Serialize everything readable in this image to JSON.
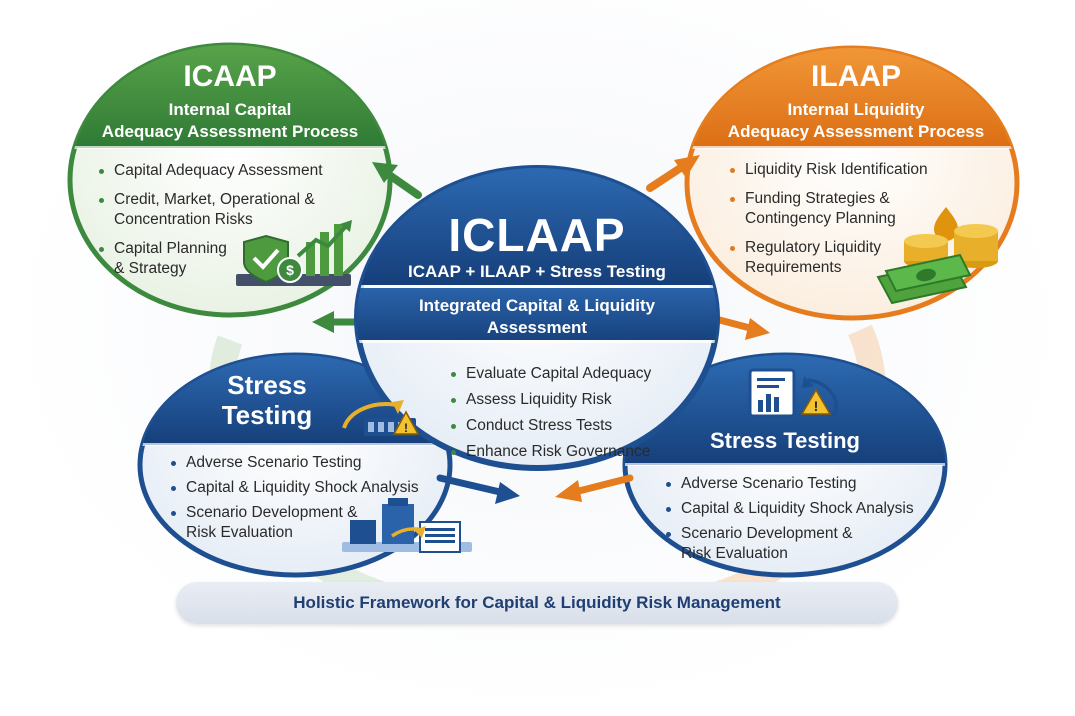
{
  "icaap": {
    "title": "ICAAP",
    "subtitle_line1": "Internal Capital",
    "subtitle_line2": "Adequacy Assessment Process",
    "items": [
      {
        "line1": "Capital Adequacy Assessment",
        "line2": ""
      },
      {
        "line1": "Credit, Market, Operational &",
        "line2": "Concentration Risks"
      },
      {
        "line1": "Capital Planning",
        "line2": "& Strategy"
      }
    ],
    "icon": "shield-dollar-chart-icon",
    "color": "#3d8a3f"
  },
  "ilaap": {
    "title": "ILAAP",
    "subtitle_line1": "Internal Liquidity",
    "subtitle_line2": "Adequacy Assessment Process",
    "items": [
      {
        "line1": "Liquidity Risk Identification",
        "line2": ""
      },
      {
        "line1": "Funding Strategies &",
        "line2": "Contingency Planning"
      },
      {
        "line1": "Regulatory Liquidity",
        "line2": "Requirements"
      }
    ],
    "icon": "coins-cash-icon",
    "color": "#e57d1e"
  },
  "iclaap": {
    "title": "ICLAAP",
    "subtitle": "ICAAP + ILAAP + Stress Testing",
    "band_line1": "Integrated Capital & Liquidity",
    "band_line2": "Assessment",
    "items": [
      "Evaluate Capital Adequacy",
      "Assess Liquidity Risk",
      "Conduct Stress Tests",
      "Enhance Risk Governance"
    ],
    "color": "#1d4f91"
  },
  "stress_left": {
    "title_line1": "Stress",
    "title_line2": "Testing",
    "items": [
      {
        "line1": "Adverse Scenario Testing",
        "line2": ""
      },
      {
        "line1": "Capital & Liquidity Shock Analysis",
        "line2": ""
      },
      {
        "line1": "Scenario Development &",
        "line2": "Risk Evaluation"
      }
    ],
    "icon": "stress-chart-warning-icon"
  },
  "stress_right": {
    "title": "Stress Testing",
    "items": [
      {
        "line1": "Adverse Scenario Testing",
        "line2": ""
      },
      {
        "line1": "Capital & Liquidity Shock Analysis",
        "line2": ""
      },
      {
        "line1": "Scenario Development &",
        "line2": "Risk Evaluation"
      }
    ],
    "icon": "report-warning-icon"
  },
  "footer": {
    "text": "Holistic Framework for Capital & Liquidity Risk Management"
  }
}
